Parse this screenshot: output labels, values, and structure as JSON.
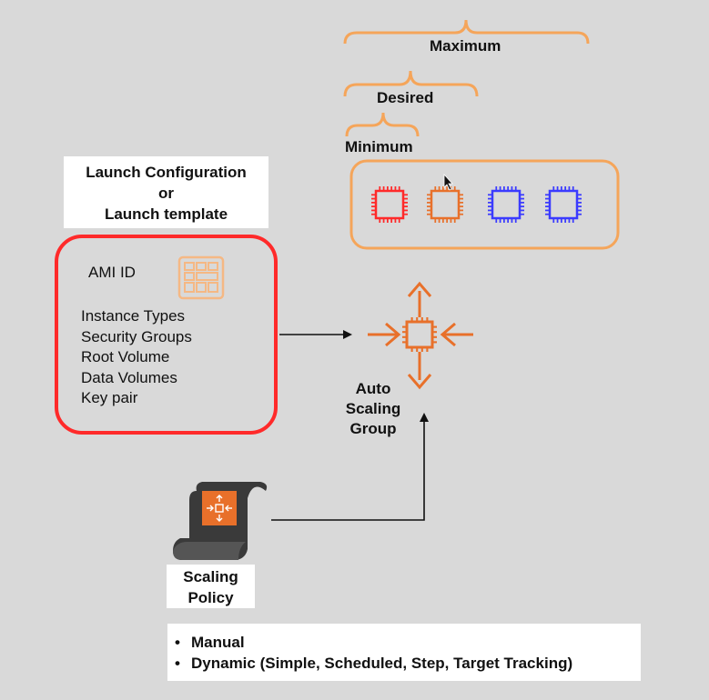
{
  "capacity": {
    "maximum_label": "Maximum",
    "desired_label": "Desired",
    "minimum_label": "Minimum"
  },
  "instances": [
    {
      "color": "#ff2a2a"
    },
    {
      "color": "#e8702a"
    },
    {
      "color": "#3b3bff"
    },
    {
      "color": "#3b3bff"
    }
  ],
  "launch": {
    "title_line1": "Launch Configuration",
    "title_line2": "or",
    "title_line3": "Launch template",
    "ami_label": "AMI ID",
    "properties": [
      "Instance Types",
      "Security Groups",
      "Root Volume",
      "Data Volumes",
      "Key pair"
    ]
  },
  "auto_scaling_group": {
    "line1": "Auto",
    "line2": "Scaling",
    "line3": "Group"
  },
  "scaling_policy": {
    "line1": "Scaling",
    "line2": "Policy"
  },
  "policy_types": [
    "Manual",
    "Dynamic (Simple, Scheduled, Step, Target Tracking)"
  ],
  "colors": {
    "orange": "#f5a55a",
    "red": "#ff2a2a",
    "aws_orange": "#e8702a",
    "blue": "#3b3bff"
  }
}
